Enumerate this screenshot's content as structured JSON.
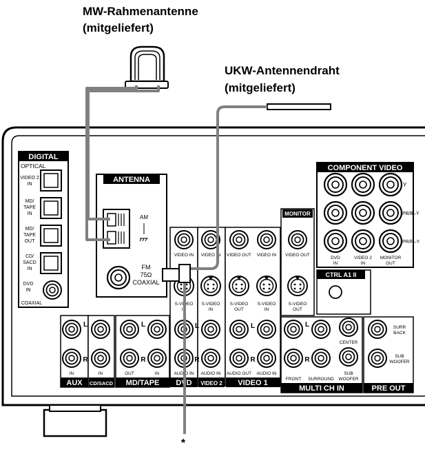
{
  "callouts": {
    "mw_line1": "MW-Rahmenantenne",
    "mw_line2": "(mitgeliefert)",
    "fm_line1": "UKW-Antennendraht",
    "fm_line2": "(mitgeliefert)",
    "asterisk": "*"
  },
  "digital": {
    "title": "DIGITAL",
    "optical": "OPTICAL",
    "ports": [
      {
        "l1": "VIDEO 2",
        "l2": "IN",
        "l3": ""
      },
      {
        "l1": "MD/",
        "l2": "TAPE",
        "l3": "IN"
      },
      {
        "l1": "MD/",
        "l2": "TAPE",
        "l3": "OUT"
      },
      {
        "l1": "CD/",
        "l2": "SACD",
        "l3": "IN"
      }
    ],
    "dvd1": "DVD",
    "dvd2": "IN",
    "coaxial": "COAXIAL"
  },
  "antenna": {
    "title": "ANTENNA",
    "am": "AM",
    "fm1": "FM",
    "fm2": "75Ω",
    "fm3": "COAXIAL"
  },
  "video": {
    "dvd_video_in": "VIDEO IN",
    "v2_video_in": "VIDEO IN",
    "v1_video_out": "VIDEO OUT",
    "v1_video_in": "VIDEO IN",
    "dvd_svideo": [
      "S-VIDEO",
      "IN"
    ],
    "v2_svideo": [
      "S-VIDEO",
      "IN"
    ],
    "v1_svideo_out": [
      "S-VIDEO",
      "OUT"
    ],
    "v1_svideo_in": [
      "S-VIDEO",
      "IN"
    ],
    "audio_in_dvd": "AUDIO IN",
    "audio_in_v2": "AUDIO IN",
    "audio_out_v1": "AUDIO OUT",
    "audio_in_v1": "AUDIO IN",
    "dvd_label": "DVD",
    "video2_label": "VIDEO 2",
    "video1_label": "VIDEO 1"
  },
  "monitor": {
    "title": "MONITOR",
    "video_out": "VIDEO OUT",
    "svideo": [
      "S-VIDEO",
      "OUT"
    ]
  },
  "component": {
    "title": "COMPONENT VIDEO",
    "row_labels": [
      "Y",
      "PB/B–Y",
      "PR/R–Y"
    ],
    "col_labels": [
      [
        "DVD",
        "IN"
      ],
      [
        "VIDEO 2",
        "IN"
      ],
      [
        "MONITOR",
        "OUT"
      ]
    ]
  },
  "ctrl": {
    "label": "CTRL A1 II"
  },
  "audio": {
    "L": "L",
    "R": "R",
    "aux_in": "IN",
    "cd_in": "IN",
    "md_out": "OUT",
    "md_in": "IN",
    "aux_label": "AUX",
    "cd_label": "CD/SACD",
    "md_label": "MD/TAPE"
  },
  "multi": {
    "front": "FRONT",
    "surround": "SURROUND",
    "center": "CENTER",
    "sub1": "SUB",
    "sub2": "WOOFER",
    "label": "MULTI CH IN"
  },
  "preout": {
    "surr1": "SURR",
    "surr2": "BACK",
    "sub1": "SUB",
    "sub2": "WOOFER",
    "label": "PRE OUT"
  }
}
